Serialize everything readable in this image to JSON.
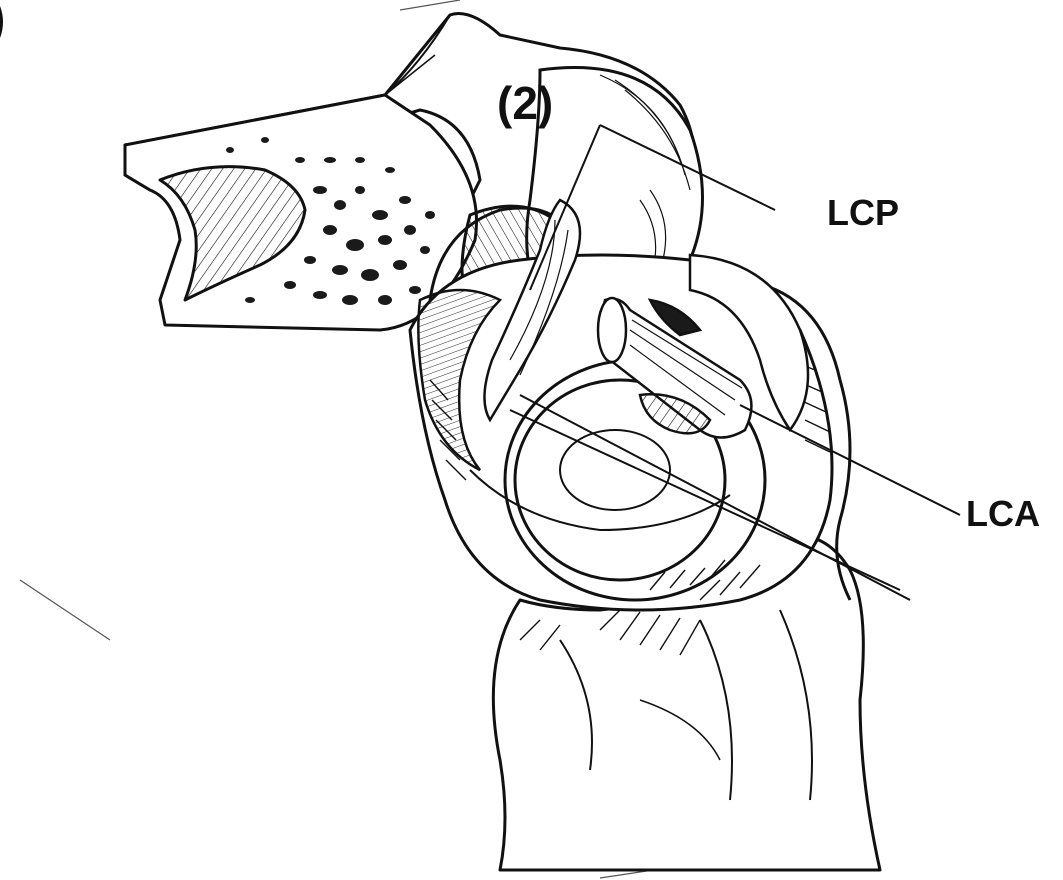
{
  "figure": {
    "panel_label": "(2)",
    "labels": {
      "lcp": "LCP",
      "lca": "LCA"
    }
  },
  "colors": {
    "ink": "#111111",
    "paper": "#ffffff",
    "bone_marrow": "#1a1a1a"
  },
  "icons": {
    "edge_fragment": "partial-parenthesis-glyph"
  }
}
